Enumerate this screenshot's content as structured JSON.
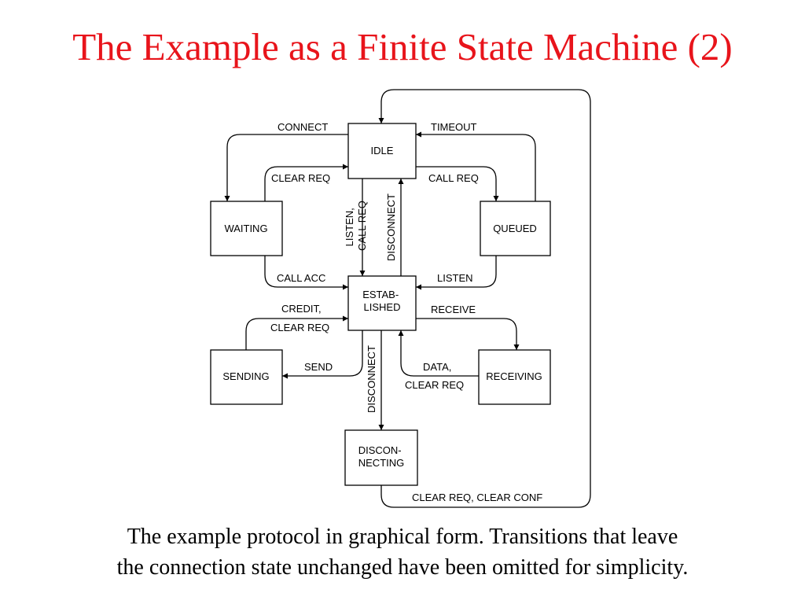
{
  "title": "The Example as a Finite State Machine (2)",
  "diagram": {
    "states": {
      "idle": [
        "IDLE"
      ],
      "waiting": [
        "WAITING"
      ],
      "queued": [
        "QUEUED"
      ],
      "established": [
        "ESTAB-",
        "LISHED"
      ],
      "sending": [
        "SENDING"
      ],
      "receiving": [
        "RECEIVING"
      ],
      "disconnecting": [
        "DISCON-",
        "NECTING"
      ]
    },
    "transitions": {
      "connect": [
        "CONNECT"
      ],
      "timeout": [
        "TIMEOUT"
      ],
      "clear_req_waiting": [
        "CLEAR REQ"
      ],
      "call_req_queued": [
        "CALL REQ"
      ],
      "listen_call_req": [
        "LISTEN,",
        "CALL REQ"
      ],
      "disconnect_up": [
        "DISCONNECT"
      ],
      "call_acc": [
        "CALL ACC"
      ],
      "listen": [
        "LISTEN"
      ],
      "credit_clear_req": [
        "CREDIT,",
        "CLEAR REQ"
      ],
      "receive": [
        "RECEIVE"
      ],
      "send": [
        "SEND"
      ],
      "data_clear_req": [
        "DATA,",
        "CLEAR REQ"
      ],
      "disconnect_down": [
        "DISCONNECT"
      ],
      "clear_req_clear_conf": [
        "CLEAR REQ, CLEAR CONF"
      ]
    }
  },
  "caption": {
    "line1": "The example protocol in graphical form.  Transitions that leave",
    "line2": "the connection state unchanged have been omitted for simplicity."
  }
}
